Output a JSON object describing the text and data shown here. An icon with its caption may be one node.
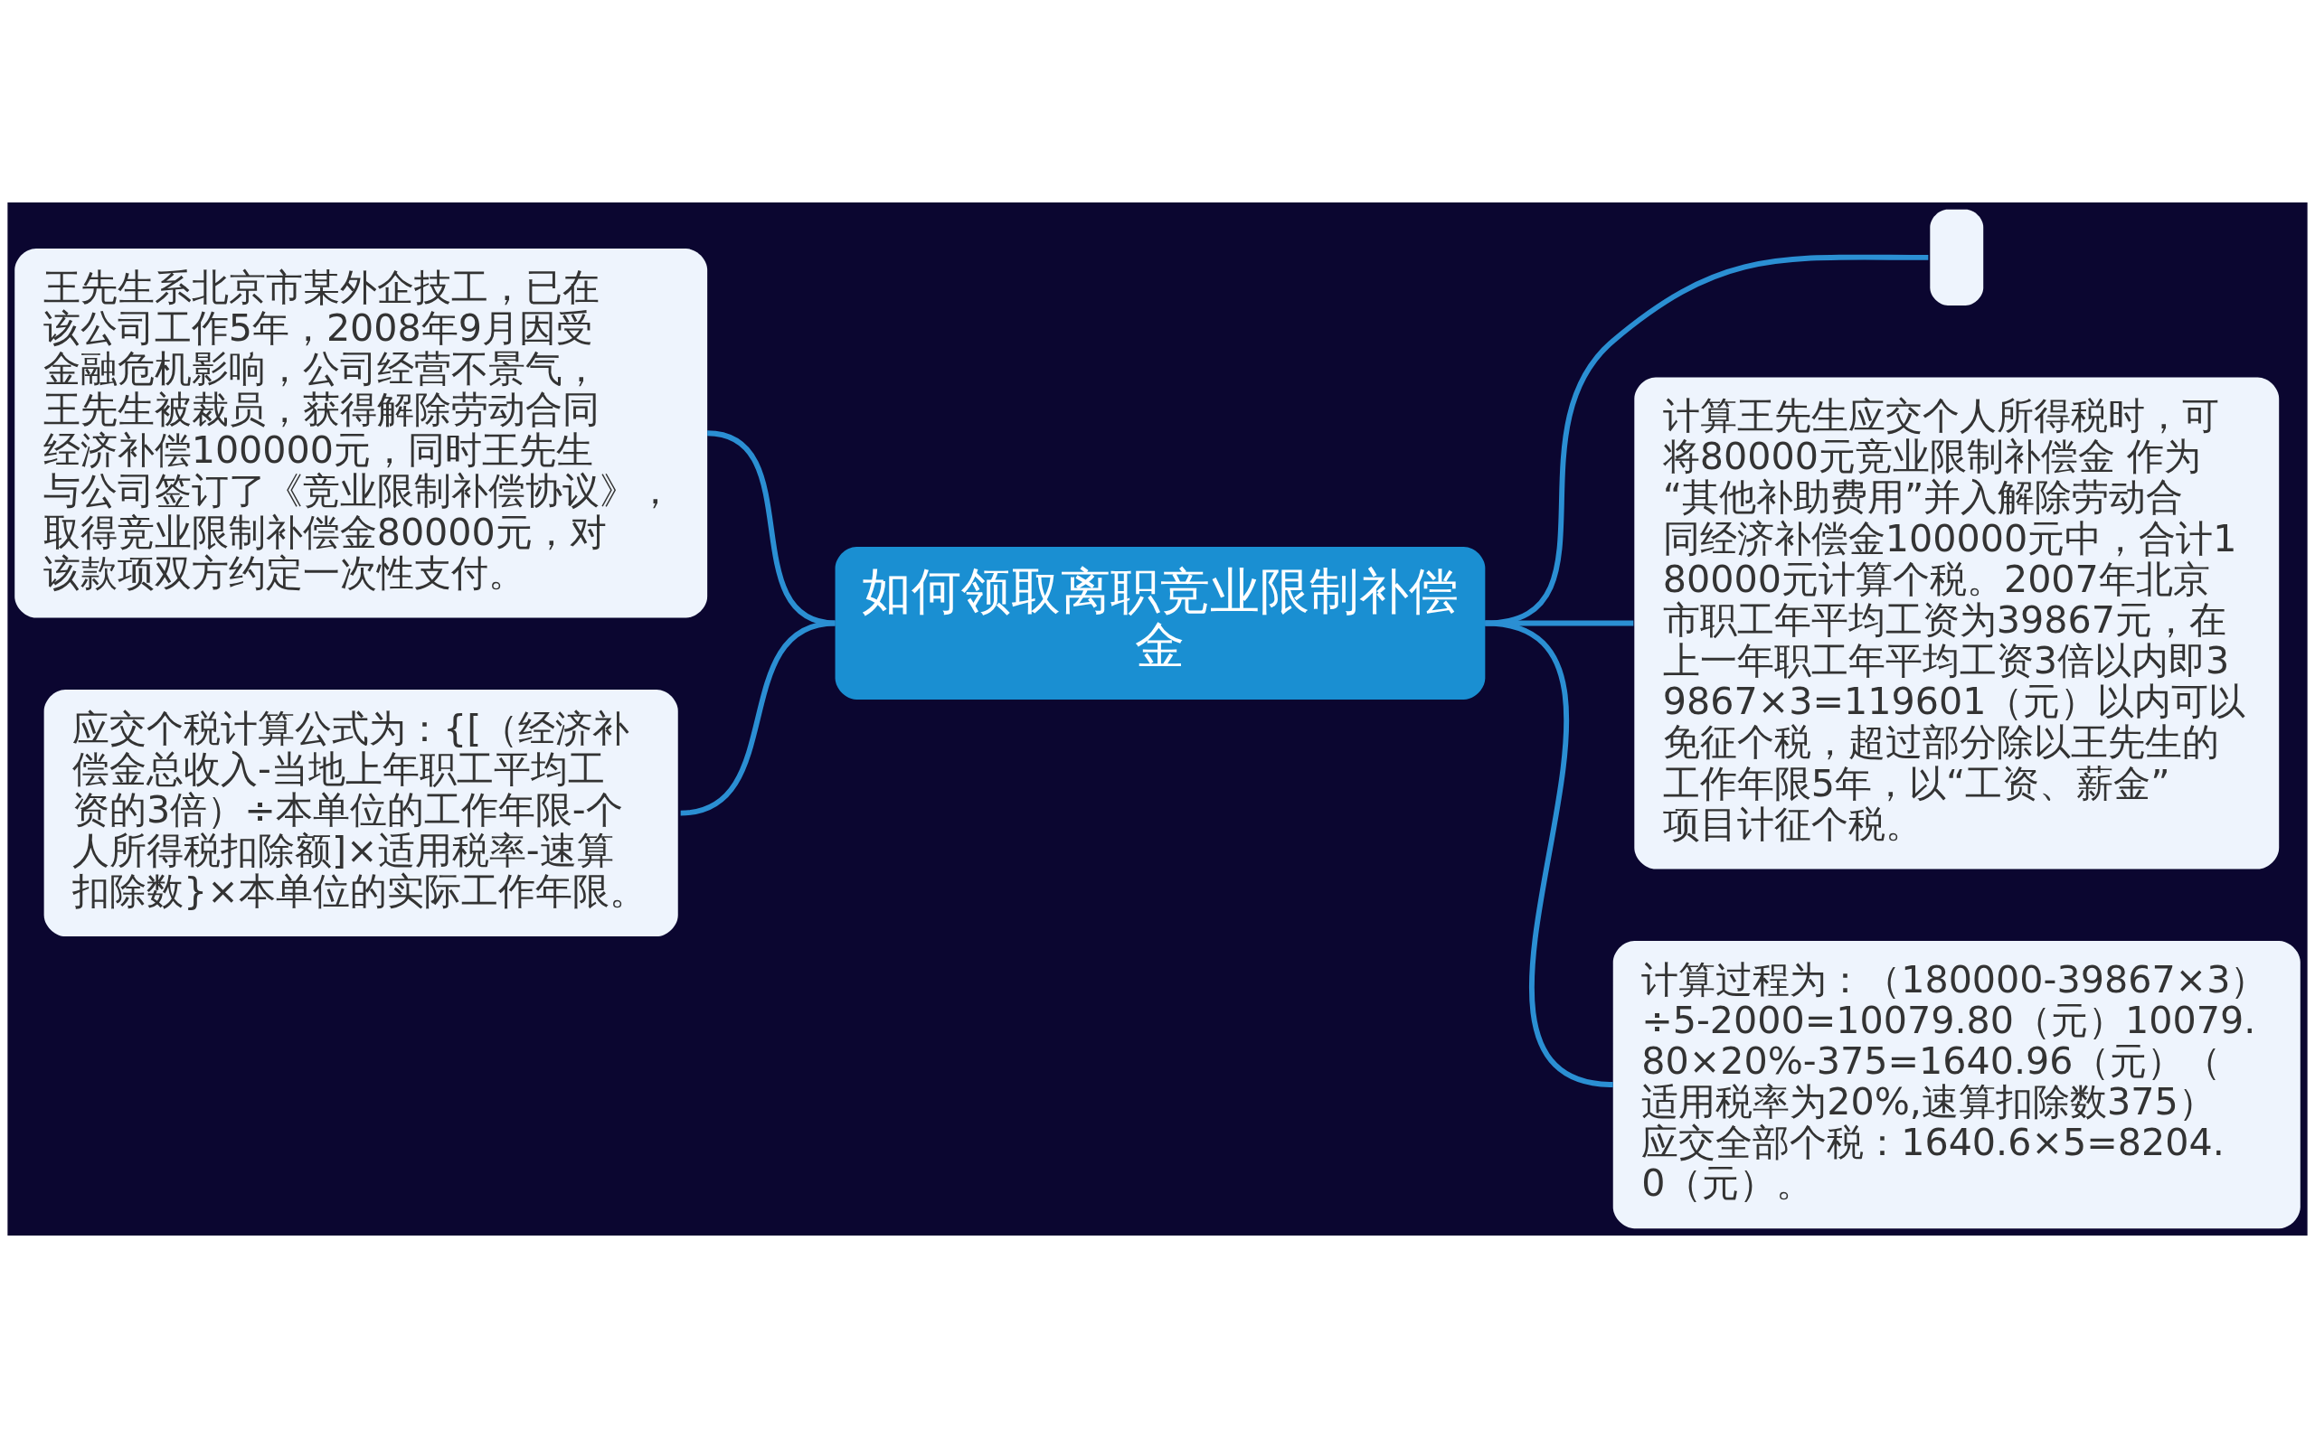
{
  "diagram": {
    "nodes": [
      {
        "text": [
          "如何领取离职竞业限制补偿金"
        ]
      },
      {
        "text": [
          "王先生系北京市某外企技工，已在该公司工作5年，2008年9月因受金融危机影响，公司经营不景气，王先生被裁员，获得解除劳动合同经济补偿100000元，同时王先生与公司签订了《竞业限制补偿协议》，取得竞业限制补偿金80000元，对该款项双方约定一次性支付。"
        ]
      },
      {
        "text": [
          "应交个税计算公式为：{[（经济补偿金总收入-当地上年职工平均工资的3倍）÷本单位的工作年限-个人所得税扣除额]×适用税率-速算扣除数}×本单位的实际工作年限。"
        ]
      },
      {
        "text": [],
        "shape": "box"
      },
      {
        "text": [
          "计算王先生应交个人所得税时，可将80000元竞业限制补偿金 作为“其他补助费用”并入解除劳动合同经济补偿金100000元中，合计180000元计算个税。2007年北京市职工年平均工资为39867元，在上一年职工年平均工资3倍以内即39867×3=119601（元）以内可以免征个税，超过部分除以王先生的工作年限5年，以“工资、薪金”项目计征个税。"
        ]
      },
      {
        "text": [
          "计算过程为：（180000-39867×3）÷5-2000=10079.80（元）10079.80×20%-375=1640.96（元）（适用税率为20%,速算扣除数375）应交全部个税：1640.6×5=8204.0（元）。"
        ]
      }
    ],
    "edges": [
      {
        "from": 0,
        "to": 1,
        "arrow": "none"
      },
      {
        "from": 0,
        "to": 2,
        "arrow": "none"
      },
      {
        "from": 0,
        "to": 3,
        "arrow": "none"
      },
      {
        "from": 0,
        "to": 4,
        "arrow": "none"
      },
      {
        "from": 0,
        "to": 5,
        "arrow": "none"
      }
    ]
  }
}
